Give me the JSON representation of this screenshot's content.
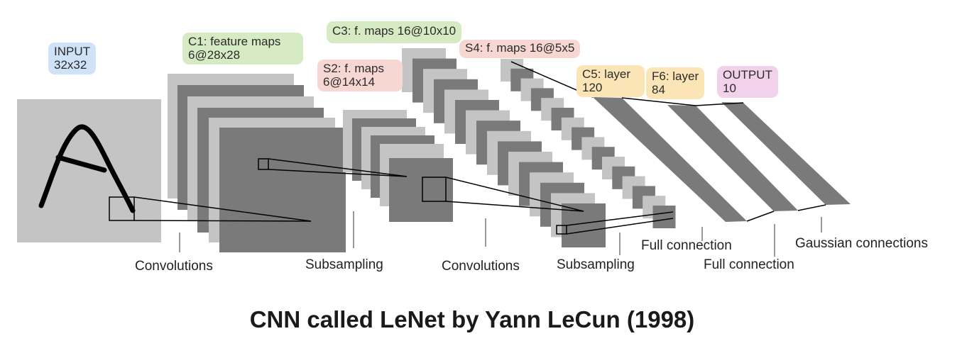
{
  "caption": "CNN called LeNet by Yann LeCun (1998)",
  "layers": {
    "input": {
      "line1": "INPUT",
      "line2": "32x32"
    },
    "c1": {
      "line1": "C1: feature maps",
      "line2": "6@28x28"
    },
    "s2": {
      "line1": "S2: f. maps",
      "line2": "6@14x14"
    },
    "c3": {
      "line1": "C3: f. maps 16@10x10"
    },
    "s4": {
      "line1": "S4: f. maps 16@5x5"
    },
    "c5": {
      "line1": "C5: layer",
      "line2": "120"
    },
    "f6": {
      "line1": "F6: layer",
      "line2": "84"
    },
    "output": {
      "line1": "OUTPUT",
      "line2": "10"
    }
  },
  "operations": {
    "conv1": "Convolutions",
    "sub1": "Subsampling",
    "conv2": "Convolutions",
    "sub2": "Subsampling",
    "full1": "Full connection",
    "full2": "Full connection",
    "gauss": "Gaussian connections"
  },
  "colors": {
    "input_tag": "#cfe2f7",
    "conv_tag": "#d6ebc4",
    "sub_tag": "#f6d7d2",
    "fc_tag": "#fbe5b6",
    "output_tag": "#f2d2ea",
    "map_light": "#c4c4c4",
    "map_dark": "#7a7a7a"
  }
}
